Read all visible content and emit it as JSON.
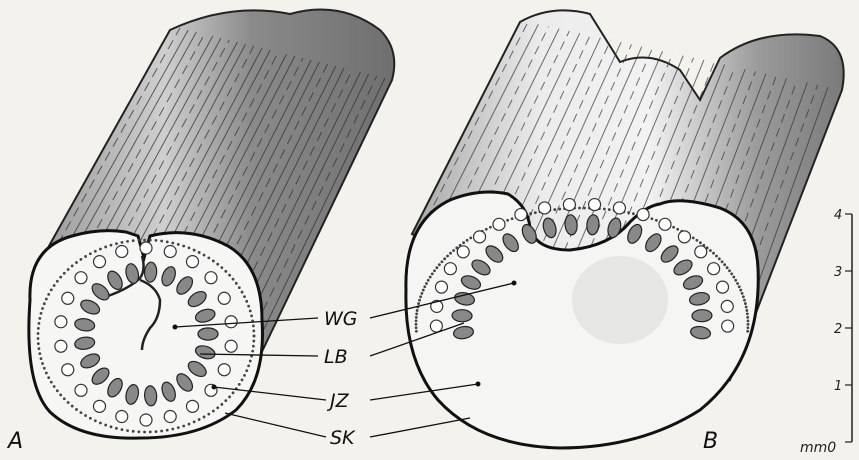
{
  "figure": {
    "panel_a": "A",
    "panel_b": "B",
    "labels": {
      "wg": "WG",
      "lb": "LB",
      "jz": "JZ",
      "sk": "SK"
    },
    "scale": {
      "ticks": [
        "4",
        "3",
        "2",
        "1"
      ],
      "unit": "mm0"
    }
  }
}
